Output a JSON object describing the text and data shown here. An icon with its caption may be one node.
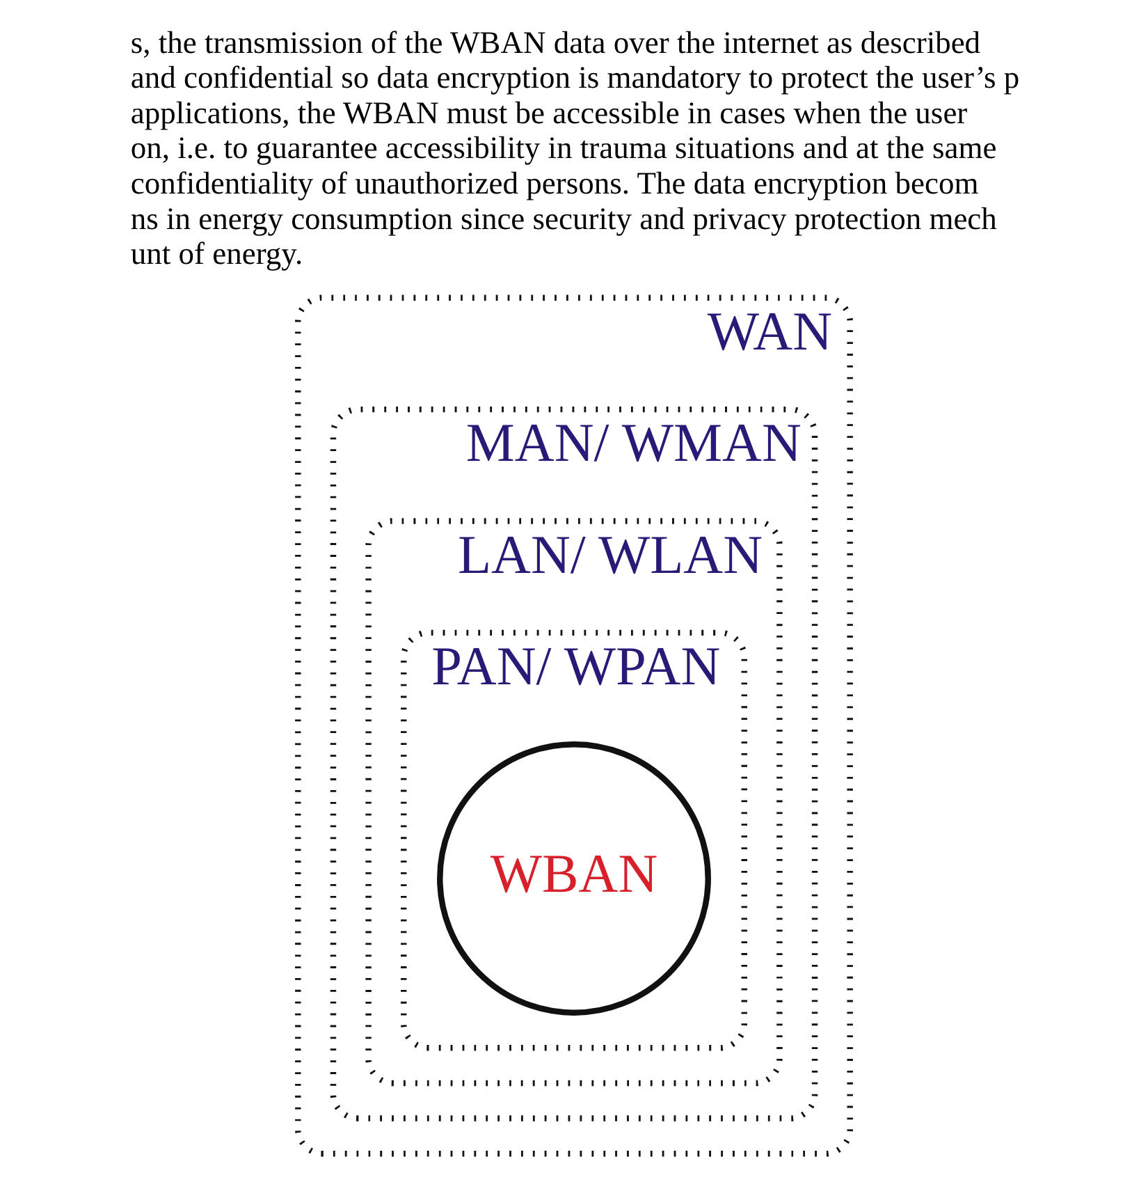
{
  "diagram": {
    "nodes": [
      {
        "text": [
          "WAN"
        ]
      },
      {
        "text": [
          "MAN/ WMAN"
        ],
        "in": 0
      },
      {
        "text": [
          "LAN/ WLAN"
        ],
        "in": 1
      },
      {
        "text": [
          "PAN/ WPAN"
        ],
        "in": 2
      },
      {
        "text": [
          "WBAN"
        ],
        "in": 3
      }
    ],
    "edges": [],
    "labels": [
      "s, the transmission of the WBAN data over the internet as described",
      "and confidential so data encryption is mandatory to protect the user’s p",
      "applications, the WBAN must be accessible in cases when the user",
      "on, i.e. to guarantee accessibility in trauma situations and at the same",
      "confidentiality of unauthorized persons. The data encryption becom",
      "ns in energy consumption since security and privacy protection mech",
      "unt of energy."
    ]
  }
}
